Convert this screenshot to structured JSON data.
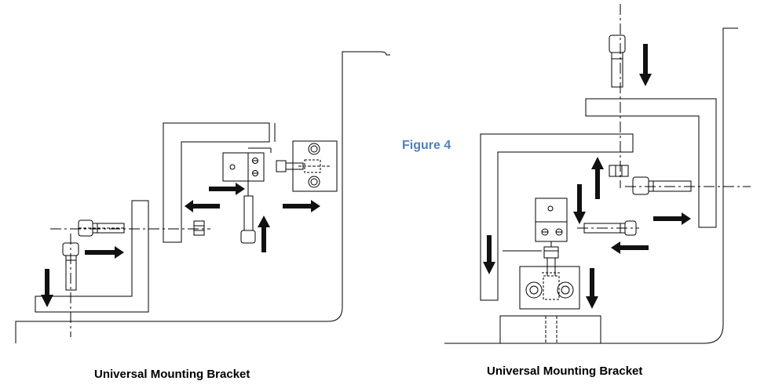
{
  "figure_label": "Figure 4",
  "captions": {
    "left": "Universal Mounting Bracket",
    "right": "Universal Mounting Bracket"
  },
  "colors": {
    "figure_label": "#4f81bd",
    "line": "#000000",
    "arrow": "#111111",
    "background": "#ffffff"
  }
}
